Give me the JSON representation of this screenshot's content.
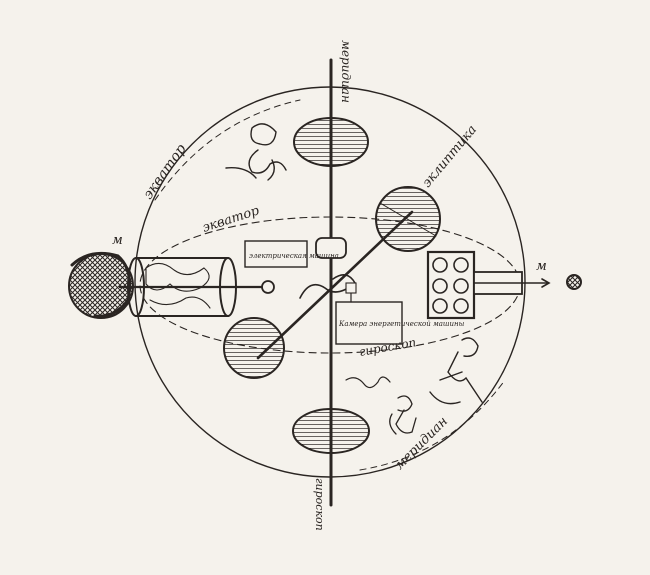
{
  "labels": {
    "meridian_upper": "меридиан",
    "equator_upper": "экватор",
    "ecliptic": "эклиптика",
    "equator_lower": "экватор",
    "meridian_lower": "меридиан",
    "gyro_top": "гироскоп",
    "gyro_bottom": "гироскоп",
    "box_small": "электрическая машина",
    "box_large": "Камера энергетической машины",
    "m_left": "м",
    "m_right": "м"
  },
  "colors": {
    "ink": "#2a2522",
    "paper": "#f5f2ec"
  }
}
